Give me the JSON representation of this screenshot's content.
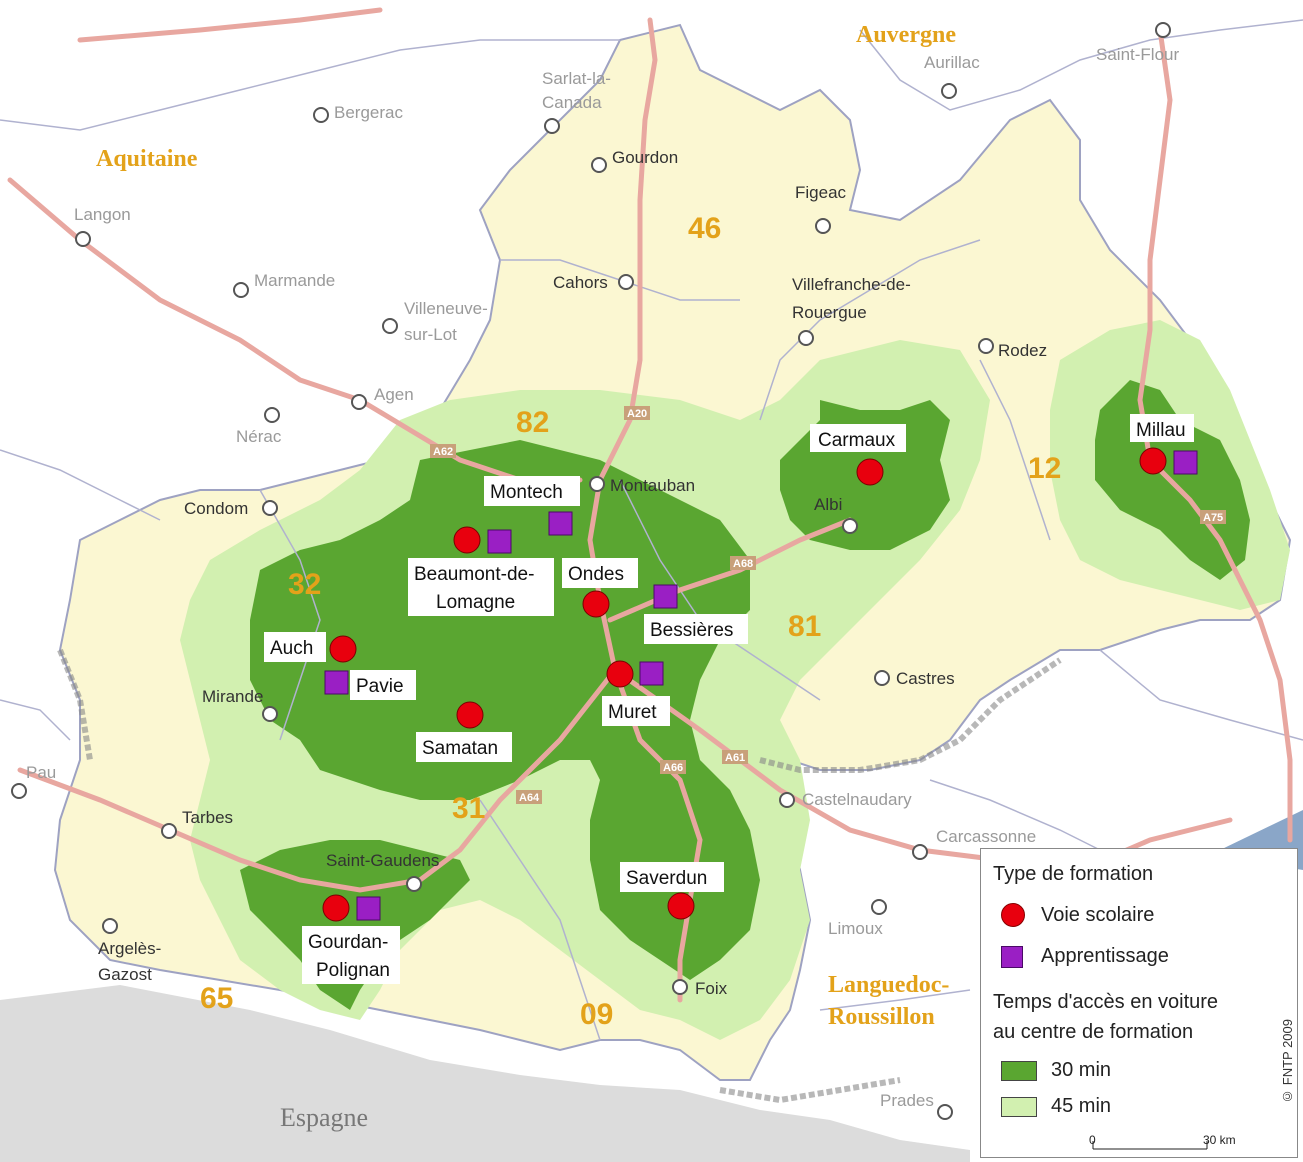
{
  "regions": [
    {
      "id": "aquitaine",
      "name": "Aquitaine"
    },
    {
      "id": "auvergne",
      "name": "Auvergne"
    },
    {
      "id": "languedoc",
      "name_line1": "Languedoc-",
      "name_line2": "Roussillon"
    }
  ],
  "country": "Espagne",
  "departments": [
    "46",
    "82",
    "12",
    "32",
    "81",
    "31",
    "65",
    "09"
  ],
  "cities": {
    "saint_flour": "Saint-Flour",
    "aurillac": "Aurillac",
    "sarlat": "Sarlat-la-Canada",
    "gourdon": "Gourdon",
    "bergerac": "Bergerac",
    "figeac": "Figeac",
    "langon": "Langon",
    "cahors": "Cahors",
    "marmande": "Marmande",
    "villeneuve_1": "Villeneuve-",
    "villeneuve_2": "sur-Lot",
    "villefranche_1": "Villefranche-de-",
    "villefranche_2": "Rouergue",
    "rodez": "Rodez",
    "agen": "Agen",
    "nerac": "Nérac",
    "montauban": "Montauban",
    "albi": "Albi",
    "condom": "Condom",
    "mirande": "Mirande",
    "castres": "Castres",
    "pau": "Pau",
    "tarbes": "Tarbes",
    "saint_gaudens": "Saint-Gaudens",
    "castelnaudary": "Castelnaudary",
    "carcassonne": "Carcassonne",
    "limoux": "Limoux",
    "foix": "Foix",
    "argeles_1": "Argelès-",
    "argeles_2": "Gazost",
    "prades": "Prades",
    "sarlat_1": "Sarlat-la-",
    "sarlat_2": "Canada"
  },
  "training_centers": {
    "carmaux": "Carmaux",
    "millau": "Millau",
    "montech": "Montech",
    "beaumont_1": "Beaumont-de-",
    "beaumont_2": "Lomagne",
    "ondes": "Ondes",
    "bessieres": "Bessières",
    "auch": "Auch",
    "pavie": "Pavie",
    "muret": "Muret",
    "samatan": "Samatan",
    "saverdun": "Saverdun",
    "gourdan_1": "Gourdan-",
    "gourdan_2": "Polignan"
  },
  "roads": [
    "A62",
    "A20",
    "A61",
    "A64",
    "A66",
    "A75",
    "A68"
  ],
  "legend": {
    "title": "Type de formation",
    "voie_scolaire": "Voie scolaire",
    "apprentissage": "Apprentissage",
    "access_title_1": "Temps d'accès en voiture",
    "access_title_2": "au centre de formation",
    "min30": "30 min",
    "min45": "45 min",
    "scale_start": "0",
    "scale_end": "30 km",
    "copyright": "© FNTP 2009"
  },
  "colors": {
    "region_fill": "#fbf7d2",
    "zone30": "#5aa631",
    "zone45": "#d2f0b0",
    "center_scolaire": "#e8000e",
    "center_apprentissage": "#9a1fc4",
    "road": "#f6c9c0",
    "boundary": "#9ea2c2",
    "spain": "#dcdcdc"
  }
}
